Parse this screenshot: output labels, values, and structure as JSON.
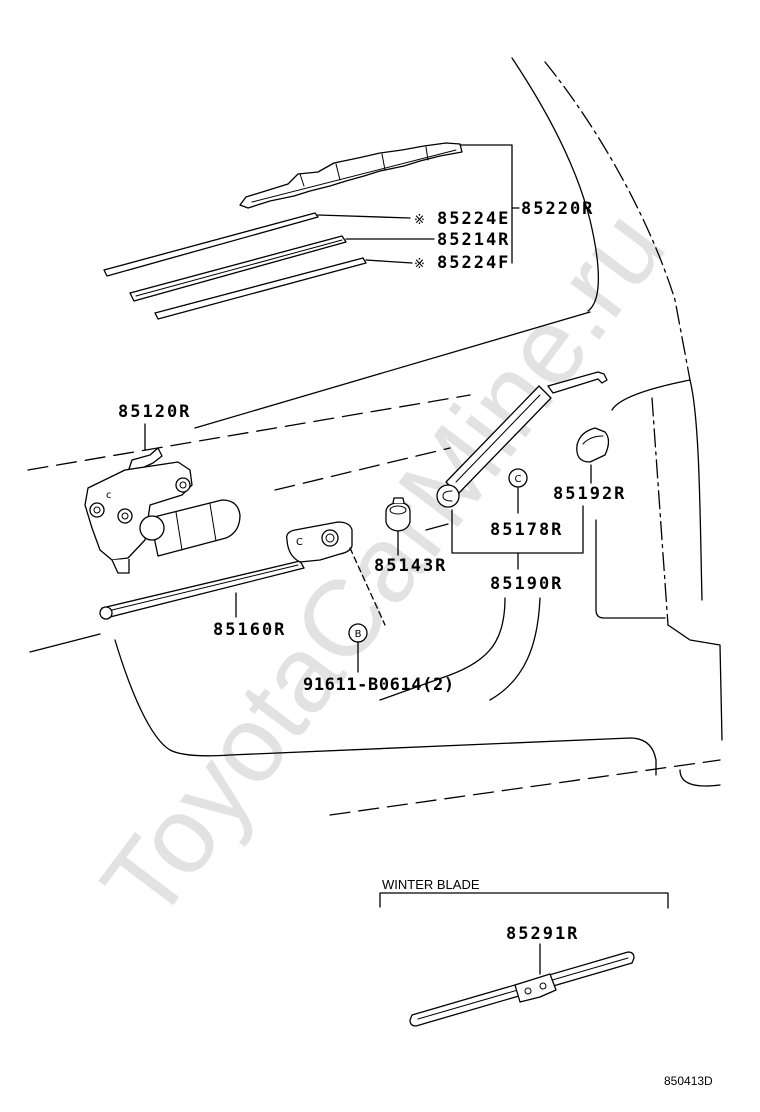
{
  "watermark": "ToyotaCarMine.ru",
  "diagram_code": "850413D",
  "winter_blade_heading": "WINTER BLADE",
  "marks": {
    "note": "※",
    "ref_b": "B",
    "clip": "C",
    "clip_small": "c"
  },
  "parts": {
    "blade_assy": "85220R",
    "rubber_upper": "85224E",
    "backing": "85214R",
    "rubber_lower": "85224F",
    "motor": "85120R",
    "cap": "85192R",
    "nut": "85178R",
    "pivot": "85143R",
    "arm": "85190R",
    "link": "85160R",
    "bolt": "91611-B0614(2)",
    "winter_blade": "85291R"
  },
  "colors": {
    "line": "#000000",
    "watermark": "#e2e2e2"
  }
}
